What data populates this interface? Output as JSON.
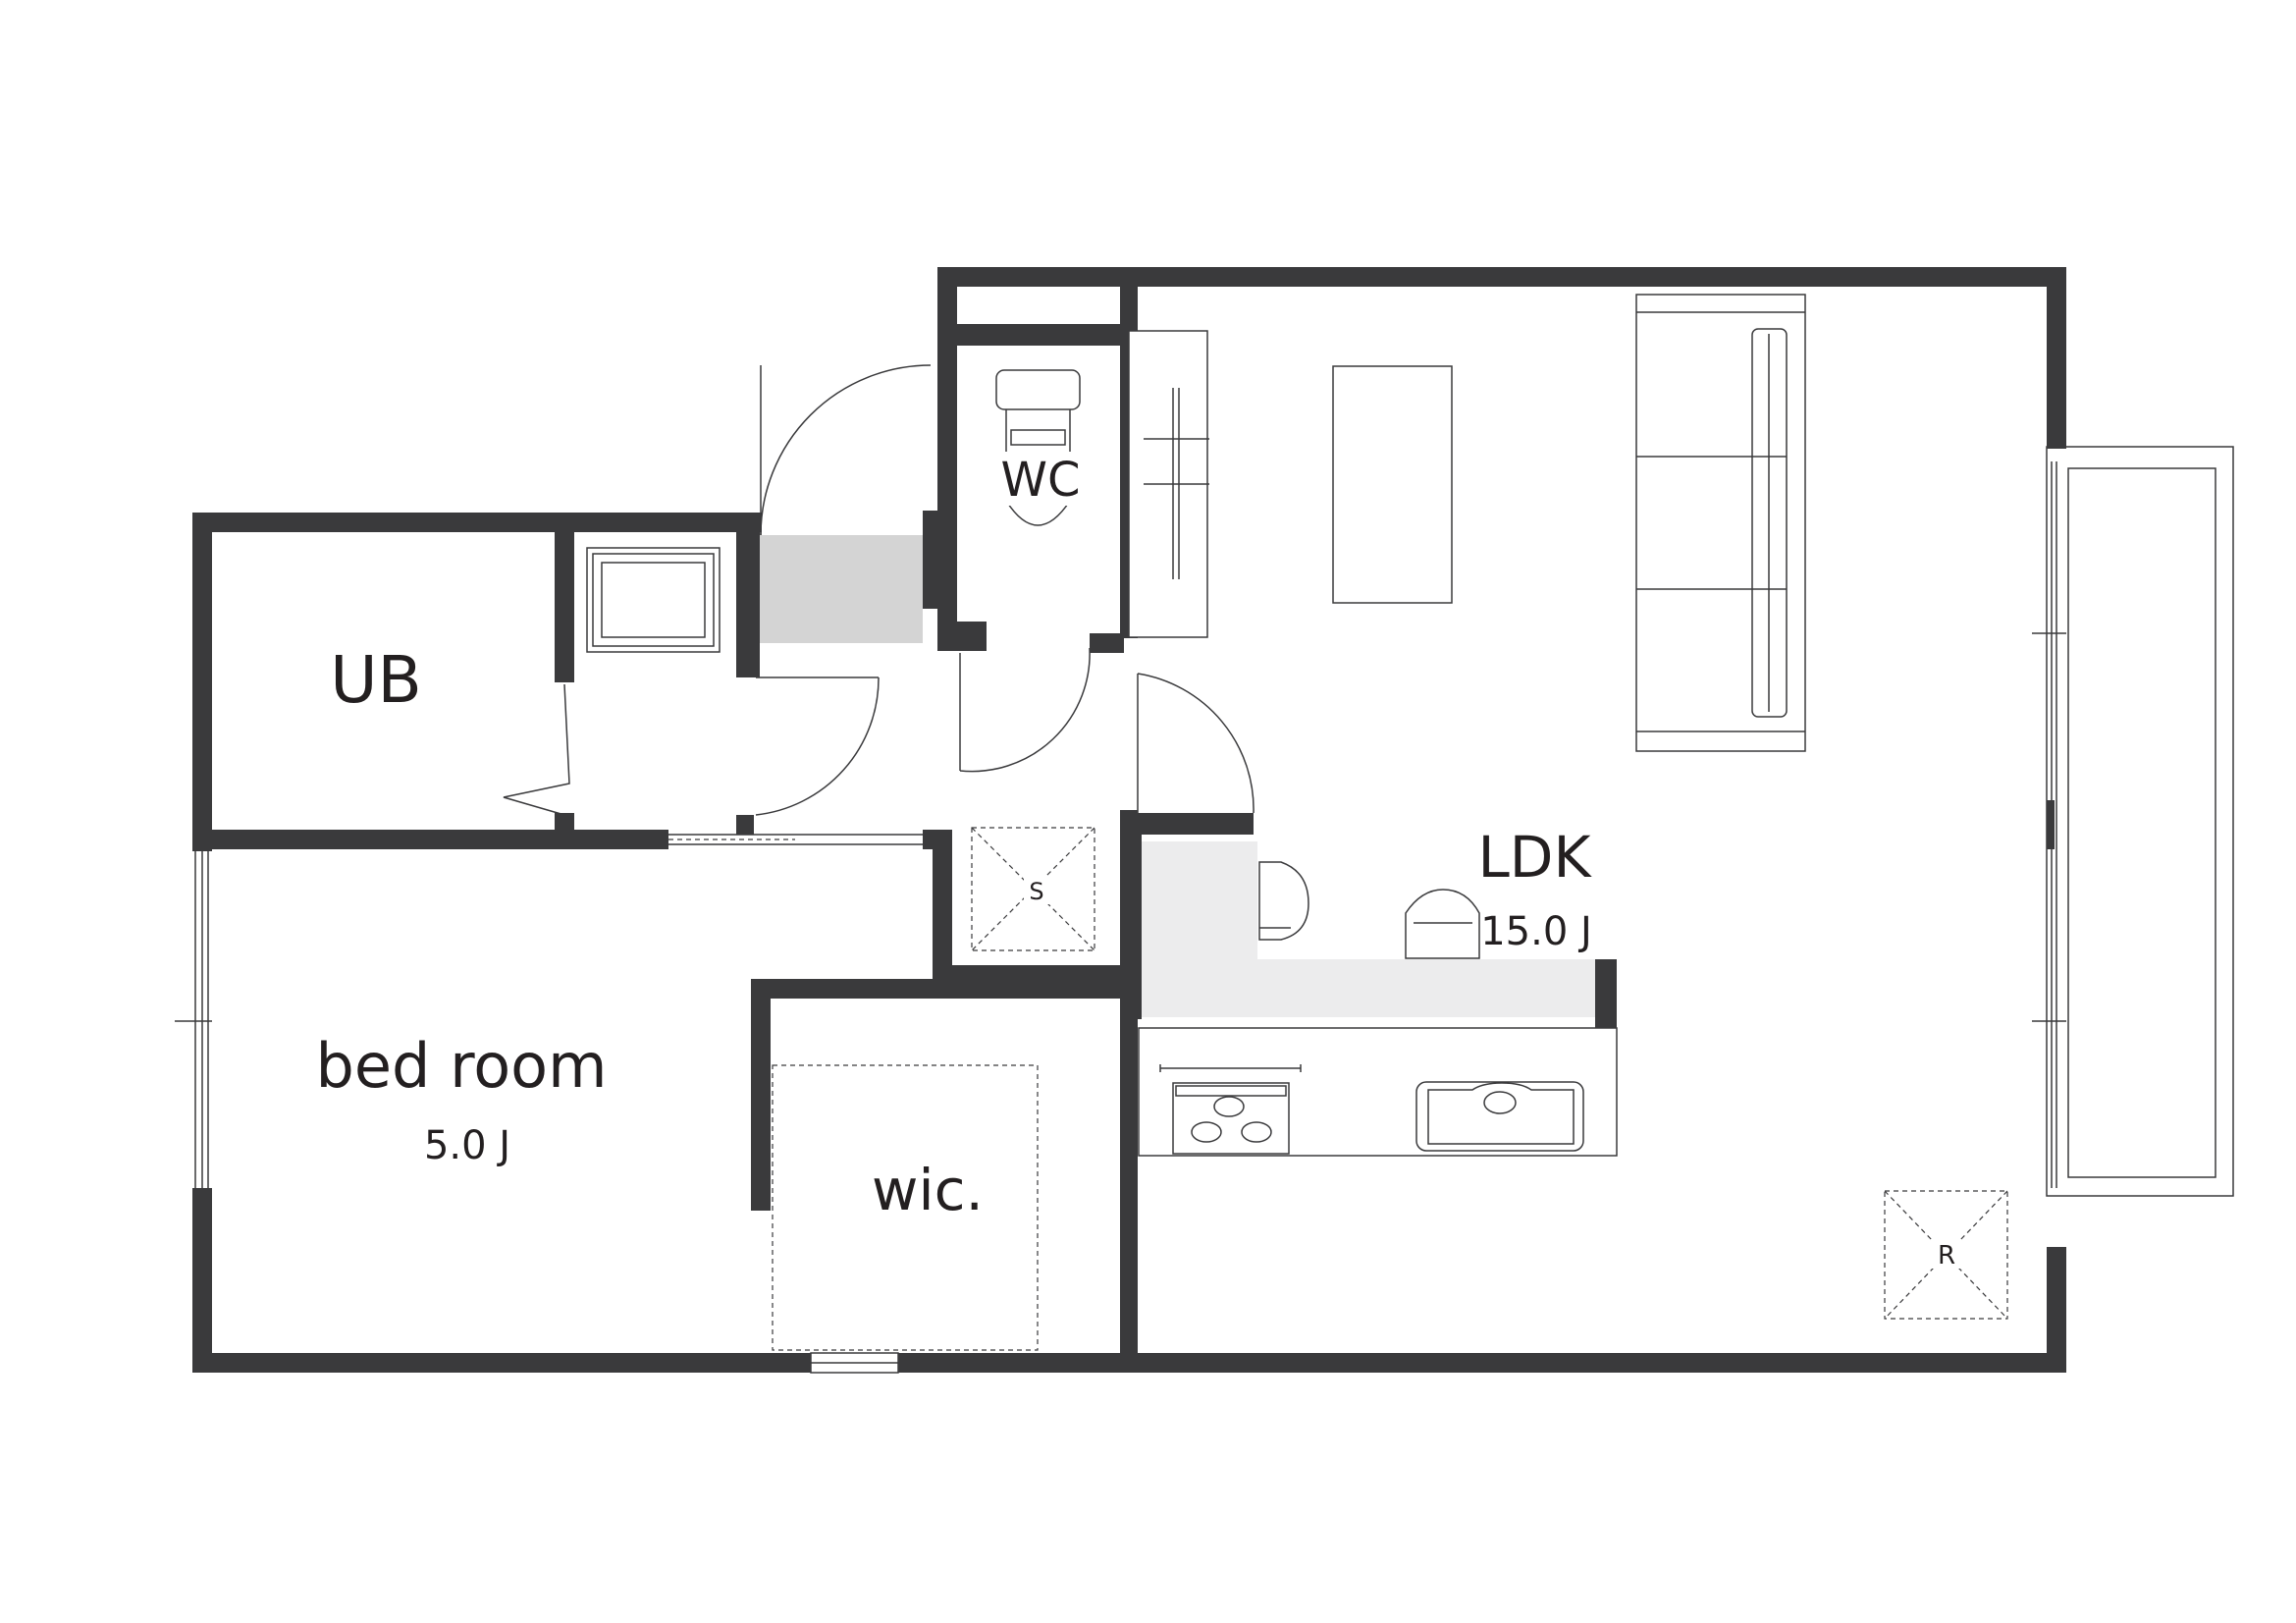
{
  "rooms": {
    "ub": {
      "name": "UB"
    },
    "wc": {
      "name": "WC"
    },
    "ldk": {
      "name": "LDK",
      "area": "15.0 J"
    },
    "bedroom": {
      "name": "bed room",
      "area": "5.0 J"
    },
    "wic": {
      "name": "wic."
    }
  },
  "storage": {
    "shoe": "S",
    "refrigerator": "R"
  },
  "colors": {
    "wall": "#3a3a3c",
    "entrance_floor": "#d4d4d4",
    "counter": "#ececed"
  }
}
